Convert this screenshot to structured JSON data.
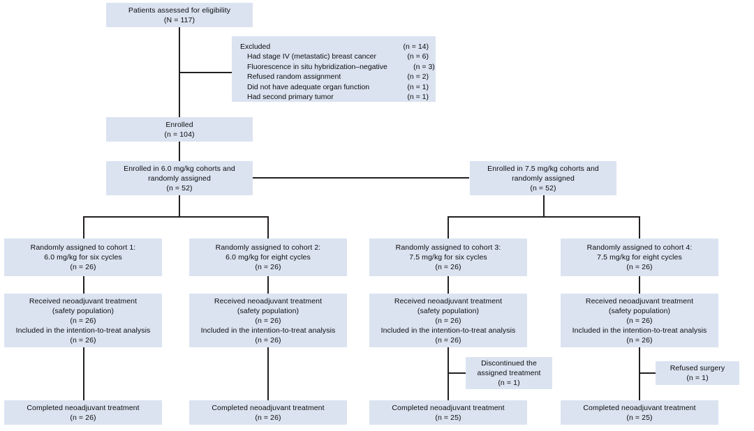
{
  "diagram": {
    "title": "CONSORT participant flow diagram",
    "box_fill": "#dbe3f1",
    "line_color": "#231f20",
    "background": "#ffffff"
  },
  "nodes": {
    "assessed": {
      "lines": [
        "Patients assessed for eligibility",
        "(N = 117)"
      ]
    },
    "excluded": {
      "header_label": "Excluded",
      "header_count": "(n = 14)",
      "reasons": [
        {
          "label": "Had stage IV (metastatic) breast cancer",
          "count": "(n = 6)"
        },
        {
          "label": "Fluorescence in situ hybridization–negative",
          "count": "(n = 3)"
        },
        {
          "label": "Refused random assignment",
          "count": "(n = 2)"
        },
        {
          "label": "Did not have adequate organ function",
          "count": "(n = 1)"
        },
        {
          "label": "Had second primary tumor",
          "count": "(n = 1)"
        }
      ]
    },
    "enrolled": {
      "lines": [
        "Enrolled",
        "(n = 104)"
      ]
    },
    "arm_60": {
      "lines": [
        "Enrolled in 6.0 mg/kg cohorts and",
        "randomly assigned",
        "(n = 52)"
      ]
    },
    "arm_75": {
      "lines": [
        "Enrolled in 7.5 mg/kg cohorts and",
        "randomly assigned",
        "(n = 52)"
      ]
    },
    "cohort1": {
      "lines": [
        "Randomly assigned to cohort 1:",
        "6.0 mg/kg for six cycles",
        "(n = 26)"
      ]
    },
    "cohort2": {
      "lines": [
        "Randomly assigned to cohort 2:",
        "6.0 mg/kg for eight cycles",
        "(n = 26)"
      ]
    },
    "cohort3": {
      "lines": [
        "Randomly assigned to cohort 3:",
        "7.5 mg/kg for six cycles",
        "(n = 26)"
      ]
    },
    "cohort4": {
      "lines": [
        "Randomly assigned to cohort 4:",
        "7.5 mg/kg for eight cycles",
        "(n = 26)"
      ]
    },
    "received1": {
      "lines": [
        "Received neoadjuvant treatment",
        "(safety population)",
        "(n = 26)",
        "Included in the intention-to-treat analysis",
        "(n = 26)"
      ]
    },
    "received2": {
      "lines": [
        "Received neoadjuvant treatment",
        "(safety population)",
        "(n = 26)",
        "Included in the intention-to-treat analysis",
        "(n = 26)"
      ]
    },
    "received3": {
      "lines": [
        "Received neoadjuvant treatment",
        "(safety population)",
        "(n = 26)",
        "Included in the intention-to-treat analysis",
        "(n = 26)"
      ]
    },
    "received4": {
      "lines": [
        "Received neoadjuvant treatment",
        "(safety population)",
        "(n = 26)",
        "Included in the intention-to-treat analysis",
        "(n = 26)"
      ]
    },
    "discontinued3": {
      "lines": [
        "Discontinued the",
        "assigned treatment",
        "(n = 1)"
      ]
    },
    "refused4": {
      "lines": [
        "Refused surgery",
        "(n = 1)"
      ]
    },
    "completed1": {
      "lines": [
        "Completed neoadjuvant treatment",
        "(n = 26)"
      ]
    },
    "completed2": {
      "lines": [
        "Completed neoadjuvant treatment",
        "(n = 26)"
      ]
    },
    "completed3": {
      "lines": [
        "Completed neoadjuvant treatment",
        "(n = 25)"
      ]
    },
    "completed4": {
      "lines": [
        "Completed neoadjuvant treatment",
        "(n = 25)"
      ]
    }
  }
}
